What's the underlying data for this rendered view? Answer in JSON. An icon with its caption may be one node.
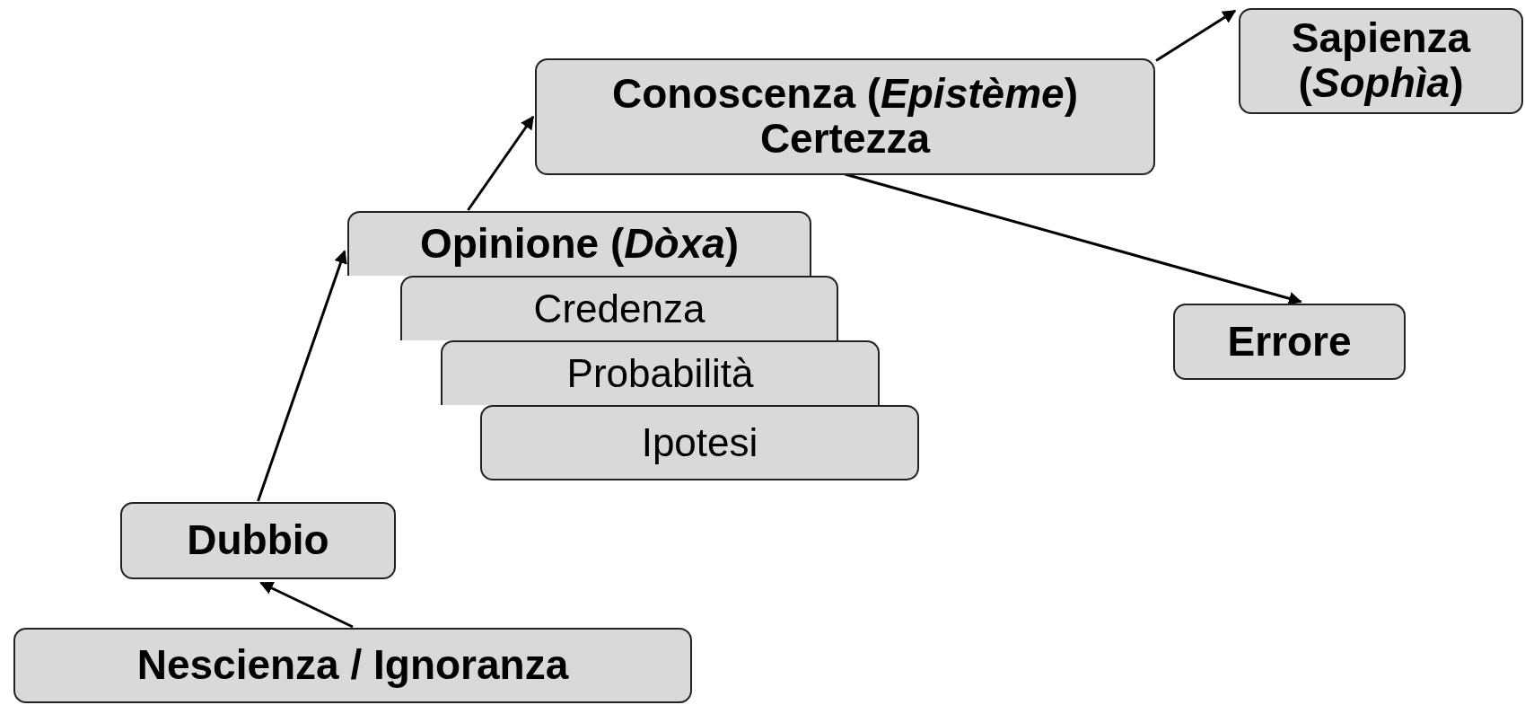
{
  "diagram": {
    "nodes": [
      {
        "text": [
          "Nescienza / Ignoranza"
        ]
      },
      {
        "text": [
          "Dubbio"
        ]
      },
      {
        "text": [
          "Opinione (*Dòxa*)"
        ]
      },
      {
        "text": [
          "Credenza"
        ]
      },
      {
        "text": [
          "Probabilità"
        ]
      },
      {
        "text": [
          "Ipotesi"
        ]
      },
      {
        "text": [
          "Conoscenza (*Epistème*)",
          "Certezza"
        ]
      },
      {
        "text": [
          "Sapienza (*Sophìa*)"
        ]
      },
      {
        "text": [
          "Errore"
        ]
      }
    ],
    "edges": [
      {
        "from": 0,
        "to": 1,
        "arrow": "to"
      },
      {
        "from": 1,
        "to": 2,
        "arrow": "to"
      },
      {
        "from": 2,
        "to": 6,
        "arrow": "to"
      },
      {
        "from": 6,
        "to": 7,
        "arrow": "to"
      },
      {
        "from": 6,
        "to": 8,
        "arrow": "to"
      }
    ]
  }
}
